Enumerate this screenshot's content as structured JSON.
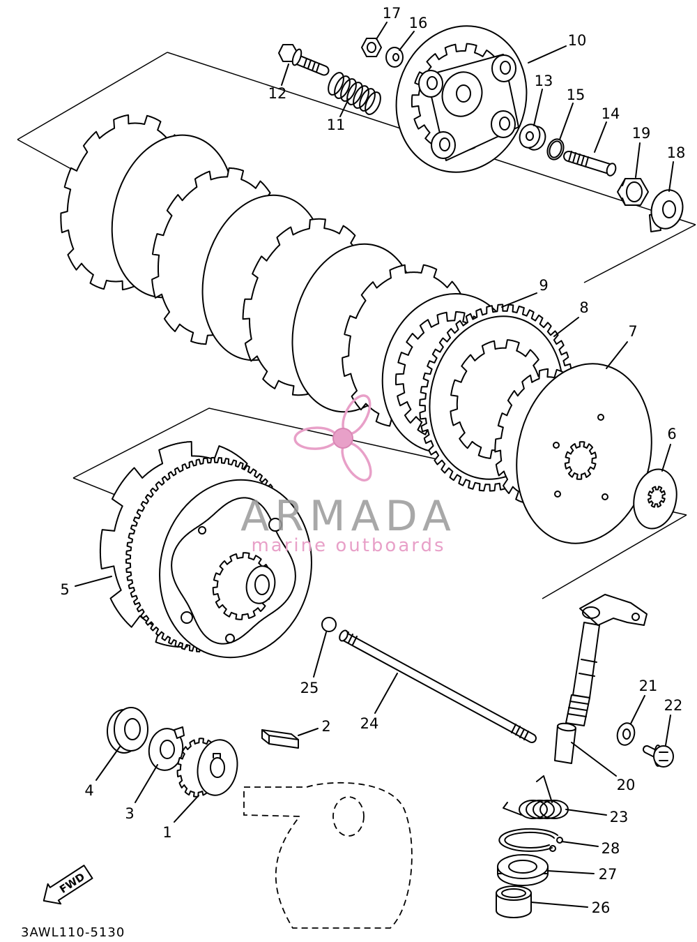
{
  "diagram": {
    "drawing_code": "3AWL110-5130",
    "fwd_label": "FWD",
    "watermark": {
      "brand": "ARMADA",
      "tagline": "marine outboards"
    },
    "colors": {
      "line": "#000000",
      "background": "#ffffff",
      "watermark_gray": "#9a9a9a",
      "watermark_pink": "#e8a0c8"
    },
    "callouts": {
      "c1": "1",
      "c2": "2",
      "c3": "3",
      "c4": "4",
      "c5": "5",
      "c6": "6",
      "c7": "7",
      "c8": "8",
      "c9": "9",
      "c10": "10",
      "c11": "11",
      "c12": "12",
      "c13": "13",
      "c14": "14",
      "c15": "15",
      "c16": "16",
      "c17": "17",
      "c18": "18",
      "c19": "19",
      "c20": "20",
      "c21": "21",
      "c22": "22",
      "c23": "23",
      "c24": "24",
      "c25": "25",
      "c26": "26",
      "c27": "27",
      "c28": "28"
    }
  }
}
